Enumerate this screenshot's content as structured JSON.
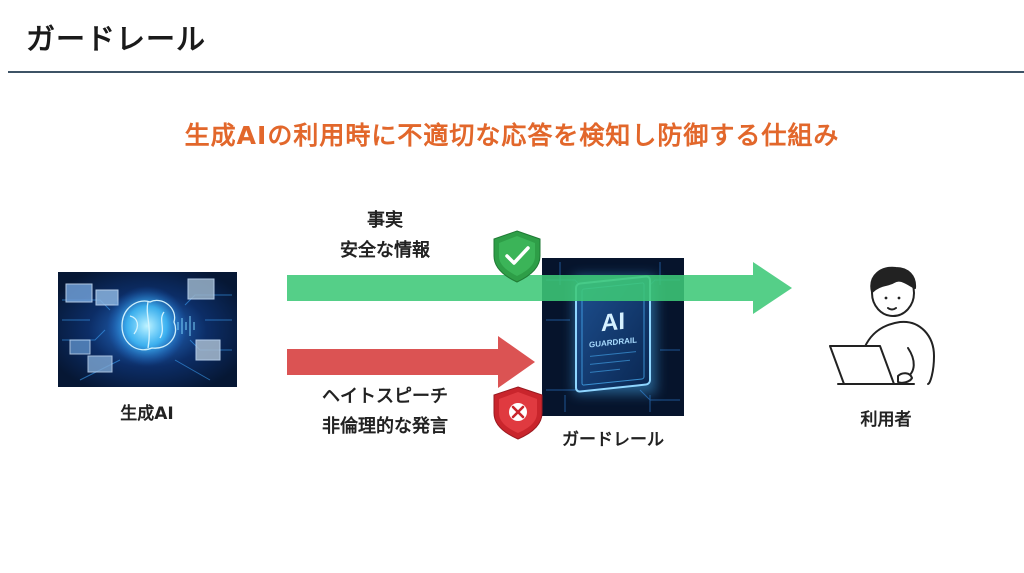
{
  "slide": {
    "title": "ガードレール",
    "subtitle": "生成AIの利用時に不適切な応答を検知し防御する仕組み"
  },
  "nodes": {
    "generative_ai": {
      "label": "生成AI"
    },
    "guardrail": {
      "label": "ガードレール",
      "chip_text": "AI",
      "chip_subtext": "GUARDRAIL"
    },
    "user": {
      "label": "利用者"
    }
  },
  "flows": {
    "safe": {
      "lines": [
        "事実",
        "安全な情報"
      ],
      "status": "allowed"
    },
    "blocked": {
      "lines": [
        "ヘイトスピーチ",
        "非倫理的な発言"
      ],
      "status": "blocked"
    }
  },
  "icons": {
    "safe_shield": "shield-check-icon",
    "block_shield": "shield-x-icon"
  },
  "colors": {
    "title_rule": "#3e5366",
    "subtitle": "#e2672b",
    "safe_arrow": "#3ec878",
    "blocked_arrow": "#d94a4a",
    "safe_shield": "#2e9e47",
    "block_shield": "#c9252c",
    "chip_glow": "#4bb6ff"
  }
}
